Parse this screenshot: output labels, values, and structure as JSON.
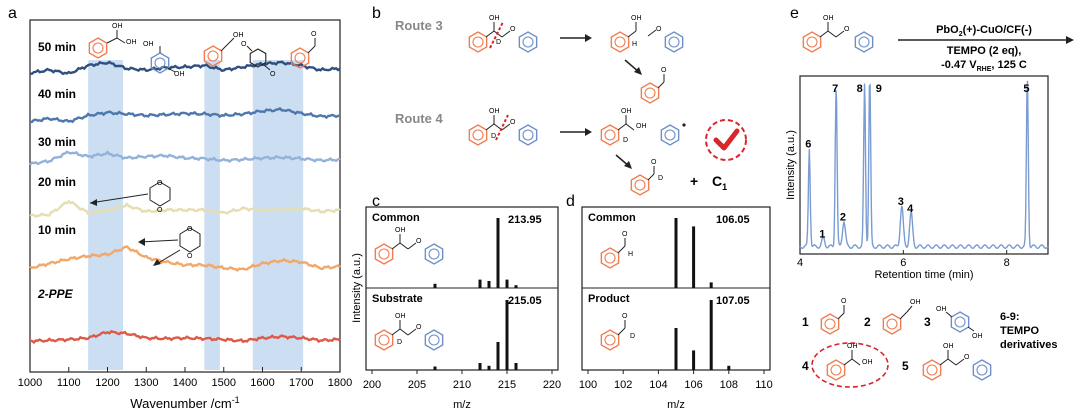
{
  "colors": {
    "orange": "#F07C50",
    "blue": "#6E8FC8",
    "red_dash": "#D9262B",
    "check": "#D9262B",
    "band": "#BBD3EE",
    "chrom": "#7A9CD3"
  },
  "panel_a": {
    "letter": "a",
    "xlabel": "Wavenumber /cm",
    "xlabel_sup": "-1",
    "ylabel": "",
    "series_labels": [
      "50 min",
      "40 min",
      "30 min",
      "20 min",
      "10 min",
      "2-PPE"
    ]
  },
  "panel_b": {
    "letter": "b",
    "route3": "Route 3",
    "route4": "Route 4",
    "plus": "+",
    "c1": "C",
    "c1_sub": "1",
    "D": "D",
    "H": "H",
    "OH": "OH",
    "O": "O"
  },
  "panel_c": {
    "letter": "c",
    "ylabel": "Intensity (a.u.)",
    "xlabel": "m/z",
    "top_label": "Common",
    "top_peak_label": "213.95",
    "bottom_label": "Substrate",
    "bottom_peak_label": "215.05"
  },
  "panel_d": {
    "letter": "d",
    "xlabel": "m/z",
    "top_label": "Common",
    "top_peak_label": "106.05",
    "bottom_label": "Product",
    "bottom_peak_label": "107.05"
  },
  "panel_e": {
    "letter": "e",
    "cond1": "PbO",
    "cond1b": "(+)-CuO/CF(-)",
    "cond1_sub": "2",
    "cond2": "TEMPO (2 eq),",
    "cond3a": "-0.47 V",
    "cond3_sub": "RHE",
    "cond3b": ", 125 C",
    "ylabel": "Intensity (a.u.)",
    "xlabel": "Retention time (min)",
    "legend_n": [
      "1",
      "2",
      "3",
      "4",
      "5"
    ],
    "legend_tempo_1": "6-9:",
    "legend_tempo_2": "TEMPO",
    "legend_tempo_3": "derivatives"
  },
  "chart_data": [
    {
      "panel": "a",
      "type": "line",
      "title": "",
      "xlabel": "Wavenumber /cm-1",
      "ylabel": "",
      "xlim": [
        1000,
        1800
      ],
      "xticks": [
        1000,
        1100,
        1200,
        1300,
        1400,
        1500,
        1600,
        1700,
        1800
      ],
      "grid": false,
      "highlight_bands": [
        [
          1150,
          1240
        ],
        [
          1450,
          1490
        ],
        [
          1575,
          1705
        ]
      ],
      "series": [
        {
          "name": "50 min",
          "color": "#2F4F7F",
          "x": [
            1000,
            1050,
            1100,
            1150,
            1200,
            1250,
            1300,
            1350,
            1400,
            1450,
            1500,
            1550,
            1600,
            1650,
            1700,
            1750,
            1800
          ],
          "y": [
            0.2,
            0.3,
            0.18,
            0.45,
            0.55,
            0.35,
            0.3,
            0.38,
            0.4,
            0.45,
            0.3,
            0.4,
            0.5,
            0.55,
            0.45,
            0.3,
            0.35
          ]
        },
        {
          "name": "40 min",
          "color": "#4E77AE",
          "x": [
            1000,
            1050,
            1100,
            1150,
            1200,
            1250,
            1300,
            1350,
            1400,
            1450,
            1500,
            1550,
            1600,
            1650,
            1700,
            1750,
            1800
          ],
          "y": [
            0.15,
            0.25,
            0.15,
            0.35,
            0.45,
            0.4,
            0.35,
            0.38,
            0.42,
            0.4,
            0.35,
            0.4,
            0.5,
            0.55,
            0.42,
            0.32,
            0.35
          ]
        },
        {
          "name": "30 min",
          "color": "#92B2D9",
          "x": [
            1000,
            1050,
            1100,
            1150,
            1200,
            1250,
            1300,
            1350,
            1400,
            1450,
            1500,
            1550,
            1600,
            1650,
            1700,
            1750,
            1800
          ],
          "y": [
            0.1,
            0.2,
            0.5,
            0.35,
            0.45,
            0.3,
            0.35,
            0.38,
            0.3,
            0.28,
            0.22,
            0.25,
            0.3,
            0.32,
            0.28,
            0.22,
            0.25
          ]
        },
        {
          "name": "20 min",
          "color": "#E6DDB0",
          "x": [
            1000,
            1050,
            1100,
            1150,
            1200,
            1250,
            1300,
            1350,
            1400,
            1450,
            1500,
            1550,
            1600,
            1650,
            1700,
            1750,
            1800
          ],
          "y": [
            0.1,
            0.15,
            0.6,
            0.2,
            0.3,
            0.45,
            0.25,
            0.3,
            0.3,
            0.3,
            0.2,
            0.35,
            0.3,
            0.3,
            0.35,
            0.25,
            0.3
          ]
        },
        {
          "name": "10 min",
          "color": "#F2A868",
          "x": [
            1000,
            1050,
            1100,
            1150,
            1200,
            1250,
            1300,
            1350,
            1400,
            1450,
            1500,
            1550,
            1600,
            1650,
            1700,
            1750,
            1800
          ],
          "y": [
            0.1,
            0.25,
            0.4,
            0.5,
            0.55,
            0.8,
            0.45,
            0.3,
            0.2,
            0.2,
            0.1,
            0.05,
            0.25,
            0.35,
            0.3,
            0.1,
            0.15
          ]
        },
        {
          "name": "2-PPE",
          "color": "#DD5A48",
          "x": [
            1000,
            1050,
            1100,
            1150,
            1200,
            1250,
            1300,
            1350,
            1400,
            1450,
            1500,
            1550,
            1600,
            1650,
            1700,
            1750,
            1800
          ],
          "y": [
            0.1,
            0.12,
            0.15,
            0.2,
            0.4,
            0.35,
            0.2,
            0.18,
            0.2,
            0.18,
            0.15,
            0.1,
            0.2,
            0.25,
            0.2,
            0.12,
            0.15
          ]
        }
      ]
    },
    {
      "panel": "c",
      "type": "bar",
      "title": "",
      "xlabel": "m/z",
      "ylabel": "Intensity (a.u.)",
      "xlim": [
        200,
        220
      ],
      "xticks": [
        200,
        205,
        210,
        215,
        220
      ],
      "series": [
        {
          "name": "Common",
          "x": [
            207,
            212,
            213,
            214,
            215,
            216
          ],
          "values": [
            0.06,
            0.12,
            0.1,
            1.0,
            0.12,
            0.04
          ]
        },
        {
          "name": "Substrate",
          "x": [
            207,
            212,
            213,
            214,
            215,
            216
          ],
          "values": [
            0.05,
            0.1,
            0.06,
            0.4,
            1.0,
            0.1
          ]
        }
      ]
    },
    {
      "panel": "d",
      "type": "bar",
      "title": "",
      "xlabel": "m/z",
      "ylabel": "",
      "xlim": [
        100,
        110
      ],
      "xticks": [
        100,
        102,
        104,
        106,
        108,
        110
      ],
      "series": [
        {
          "name": "Common",
          "x": [
            105,
            106,
            107
          ],
          "values": [
            1.0,
            0.88,
            0.08
          ]
        },
        {
          "name": "Product",
          "x": [
            105,
            106,
            107,
            108
          ],
          "values": [
            0.6,
            0.28,
            1.0,
            0.06
          ]
        }
      ]
    },
    {
      "panel": "e",
      "type": "line",
      "title": "",
      "xlabel": "Retention time (min)",
      "ylabel": "Intensity (a.u.)",
      "xlim": [
        4,
        8.8
      ],
      "xticks": [
        4,
        6,
        8
      ],
      "peaks": [
        {
          "label": "6",
          "x": 4.18,
          "y": 0.58
        },
        {
          "label": "1",
          "x": 4.45,
          "y": 0.05
        },
        {
          "label": "7",
          "x": 4.7,
          "y": 0.95
        },
        {
          "label": "2",
          "x": 4.85,
          "y": 0.15
        },
        {
          "label": "8",
          "x": 5.25,
          "y": 0.96
        },
        {
          "label": "9",
          "x": 5.35,
          "y": 1.0
        },
        {
          "label": "3",
          "x": 5.97,
          "y": 0.24
        },
        {
          "label": "4",
          "x": 6.15,
          "y": 0.2
        },
        {
          "label": "5",
          "x": 8.4,
          "y": 1.0
        }
      ]
    }
  ]
}
